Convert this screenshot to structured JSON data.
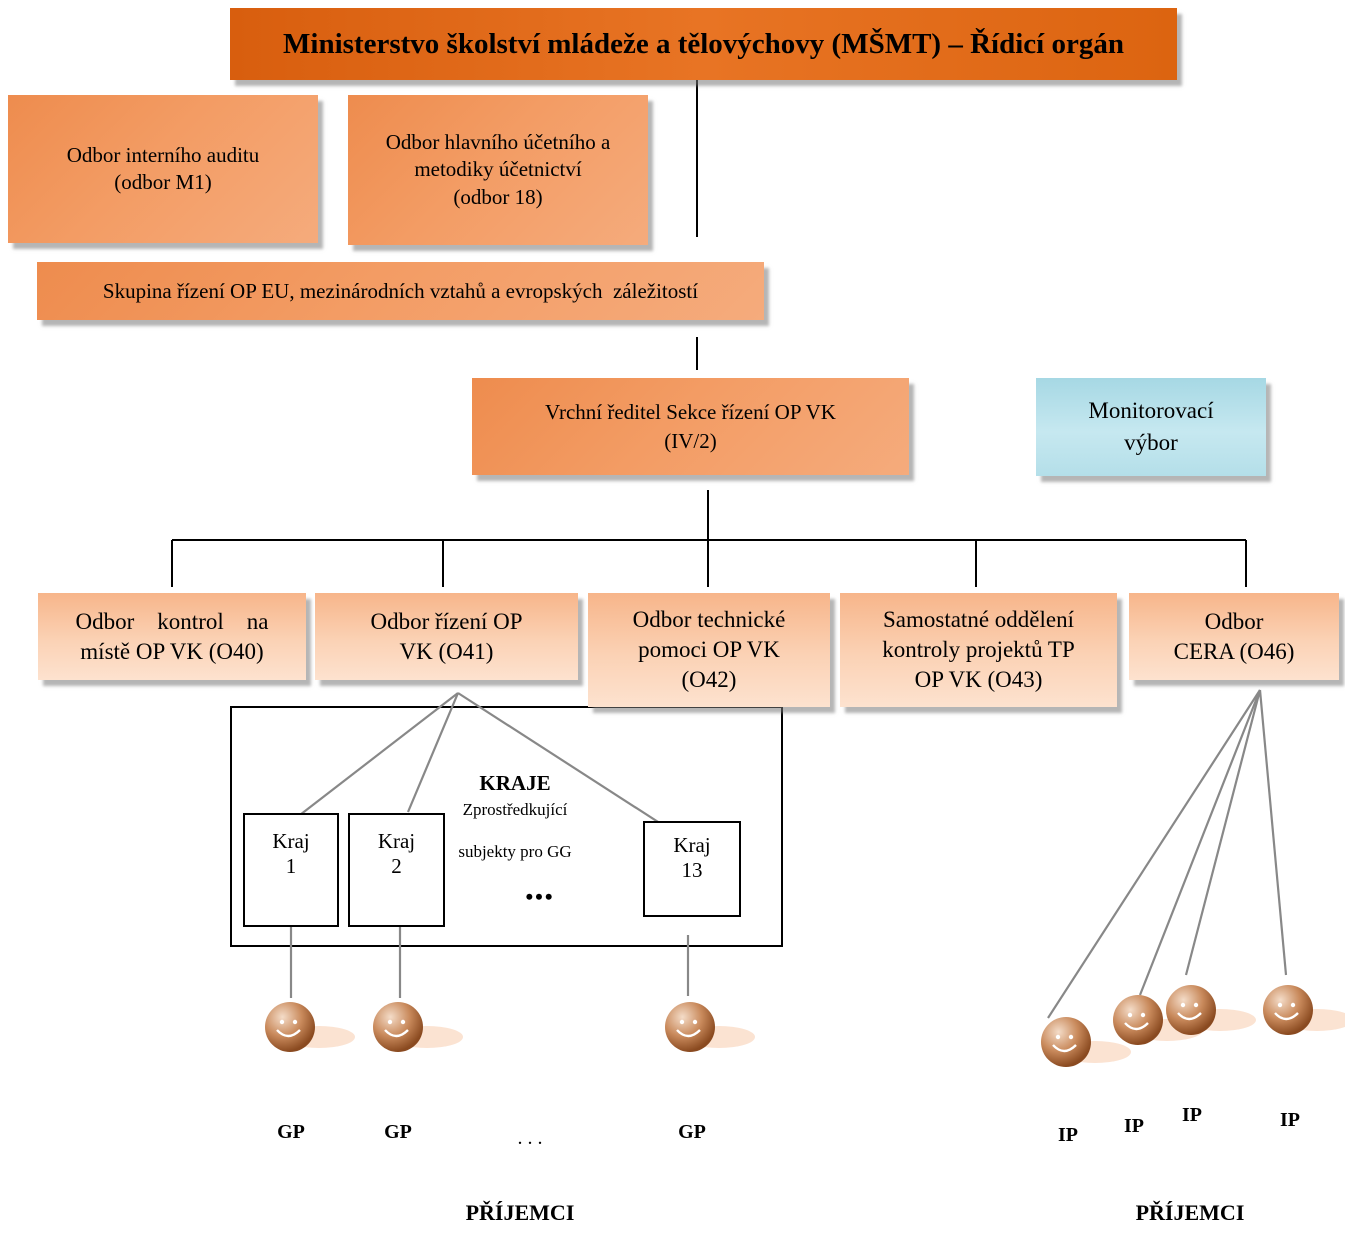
{
  "top": {
    "title": "Ministerstvo školství mládeže a tělovýchovy (MŠMT) – Řídicí orgán"
  },
  "upper": {
    "audit": "Odbor interního auditu\n(odbor M1)",
    "accounting": "Odbor hlavního účetního a\nmetodiky účetnictví\n(odbor 18)"
  },
  "group": {
    "label": "Skupina řízení OP EU, mezinárodních vztahů a evropských  záležitostí"
  },
  "director": {
    "label": "Vrchní ředitel Sekce řízení OP VK\n(IV/2)"
  },
  "committee": {
    "label": "Monitorovací\nvýbor"
  },
  "departments": [
    {
      "label": "Odbor    kontrol    na\nmístě OP VK (O40)"
    },
    {
      "label": "Odbor řízení OP\nVK (O41)"
    },
    {
      "label": "Odbor technické\npomoci OP VK\n(O42)"
    },
    {
      "label": "Samostatné oddělení\nkontroly projektů TP\nOP VK (O43)"
    },
    {
      "label": "Odbor\nCERA (O46)"
    }
  ],
  "regions": {
    "heading": "KRAJE",
    "subtitle_line1": "Zprostředkující",
    "subtitle_line2": "subjekty pro GG",
    "ellipsis": "•••",
    "items": [
      {
        "label": "Kraj\n1"
      },
      {
        "label": "Kraj\n2"
      },
      {
        "label": "Kraj\n13"
      }
    ]
  },
  "beneficiaries": {
    "gp": [
      "GP",
      "GP",
      "GP"
    ],
    "gp_ellipsis": ". . .",
    "ip": [
      "IP",
      "IP",
      "IP",
      "IP"
    ],
    "footer_left": "PŘÍJEMCI",
    "footer_right": "PŘÍJEMCI"
  },
  "icons": {
    "beneficiary": "smiley-face-icon"
  },
  "colors": {
    "orange": "#f39c64",
    "dark_orange": "#e06a18",
    "light_orange": "#fbd2b5",
    "blue": "#bde4ee"
  }
}
